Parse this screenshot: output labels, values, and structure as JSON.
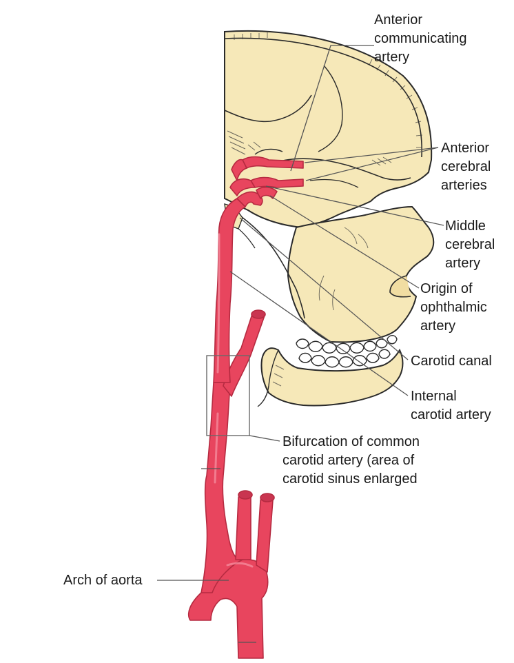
{
  "labels": {
    "anterior_communicating": [
      "Anterior",
      "communicating",
      "artery"
    ],
    "anterior_cerebral": [
      "Anterior",
      "cerebral",
      "arteries"
    ],
    "middle_cerebral": [
      "Middle",
      "cerebral",
      "artery"
    ],
    "ophthalmic_origin": [
      "Origin of",
      "ophthalmic",
      "artery"
    ],
    "carotid_canal": [
      "Carotid canal"
    ],
    "internal_carotid": [
      "Internal",
      "carotid artery"
    ],
    "bifurcation": [
      "Bifurcation of common",
      "carotid artery (area of",
      "carotid sinus enlarged"
    ],
    "aortic_arch": [
      "Arch of aorta"
    ]
  },
  "colors": {
    "artery": "#e8455e",
    "artery_dark": "#b52a40",
    "bone": "#f6e8b8",
    "bone_outline": "#2a2a2a",
    "leader_line": "#555555"
  }
}
